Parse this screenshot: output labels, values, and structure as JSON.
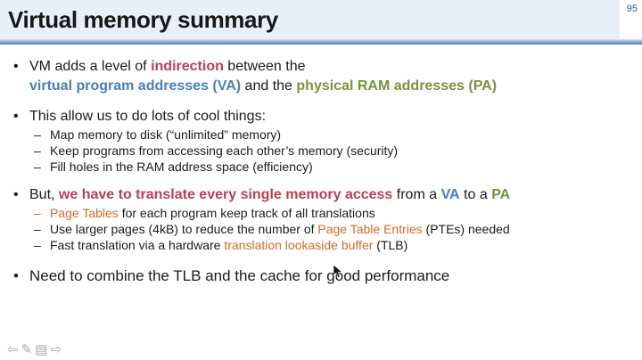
{
  "slide": {
    "page_number": "95",
    "title": "Virtual memory summary",
    "bullets": [
      {
        "level": 1,
        "marker": "•",
        "segments": [
          {
            "text": "VM adds a level of "
          },
          {
            "text": "indirection",
            "color": "red",
            "bold": true
          },
          {
            "text": " between the"
          }
        ]
      },
      {
        "level": 1,
        "marker": "",
        "continuation": true,
        "segments": [
          {
            "text": "virtual program addresses (VA)",
            "color": "blue",
            "bold": true
          },
          {
            "text": " and the "
          },
          {
            "text": "physical RAM addresses (PA)",
            "color": "green",
            "bold": true
          }
        ]
      },
      {
        "level": 1,
        "marker": "•",
        "segments": [
          {
            "text": "This allow us to do lots of cool things:"
          }
        ]
      },
      {
        "level": 2,
        "marker": "–",
        "segments": [
          {
            "text": "Map memory to disk (“unlimited” memory)"
          }
        ]
      },
      {
        "level": 2,
        "marker": "–",
        "segments": [
          {
            "text": "Keep programs from accessing each other’s memory (security)"
          }
        ]
      },
      {
        "level": 2,
        "marker": "–",
        "segments": [
          {
            "text": "Fill holes in the RAM address space (efficiency)"
          }
        ]
      },
      {
        "level": 1,
        "marker": "•",
        "segments": [
          {
            "text": "But, "
          },
          {
            "text": "we have to translate every single memory access",
            "color": "red",
            "bold": true
          },
          {
            "text": " from a "
          },
          {
            "text": "VA",
            "color": "blue",
            "bold": true
          },
          {
            "text": " to a "
          },
          {
            "text": "PA",
            "color": "green",
            "bold": true
          }
        ]
      },
      {
        "level": 2,
        "marker": "–",
        "marker_color": "orange",
        "segments": [
          {
            "text": "Page Tables",
            "color": "orange"
          },
          {
            "text": " for each program keep track of all translations"
          }
        ]
      },
      {
        "level": 2,
        "marker": "–",
        "segments": [
          {
            "text": "Use larger pages (4kB) to reduce the number of "
          },
          {
            "text": "Page Table Entries",
            "color": "orange"
          },
          {
            "text": " (PTEs) needed"
          }
        ]
      },
      {
        "level": 2,
        "marker": "–",
        "segments": [
          {
            "text": "Fast translation via a hardware "
          },
          {
            "text": "translation lookaside buffer",
            "color": "orange"
          },
          {
            "text": " (TLB)"
          }
        ]
      },
      {
        "level": 1,
        "marker": "•",
        "segments": [
          {
            "text": "Need to combine the TLB and the cache for good performance"
          }
        ]
      }
    ]
  },
  "nav": {
    "icons": [
      {
        "name": "previous-slide-arrow-icon",
        "glyph": "⇦"
      },
      {
        "name": "pen-tool-icon",
        "glyph": "✎"
      },
      {
        "name": "slide-menu-icon",
        "glyph": "▤"
      },
      {
        "name": "next-slide-arrow-icon",
        "glyph": "⇨"
      }
    ]
  },
  "palette": {
    "header_bg": "#e9eff7",
    "title_text": "#171717",
    "rule_blue": "#4e7fae",
    "rule_light": "#b6cce3",
    "page_number_color": "#2e5c8a",
    "body_text": "#1a1a1a",
    "red": "#b9414f",
    "blue": "#4a7dba",
    "green": "#77933c",
    "orange": "#d2692a",
    "nav_icon_gray": "#ababab"
  }
}
